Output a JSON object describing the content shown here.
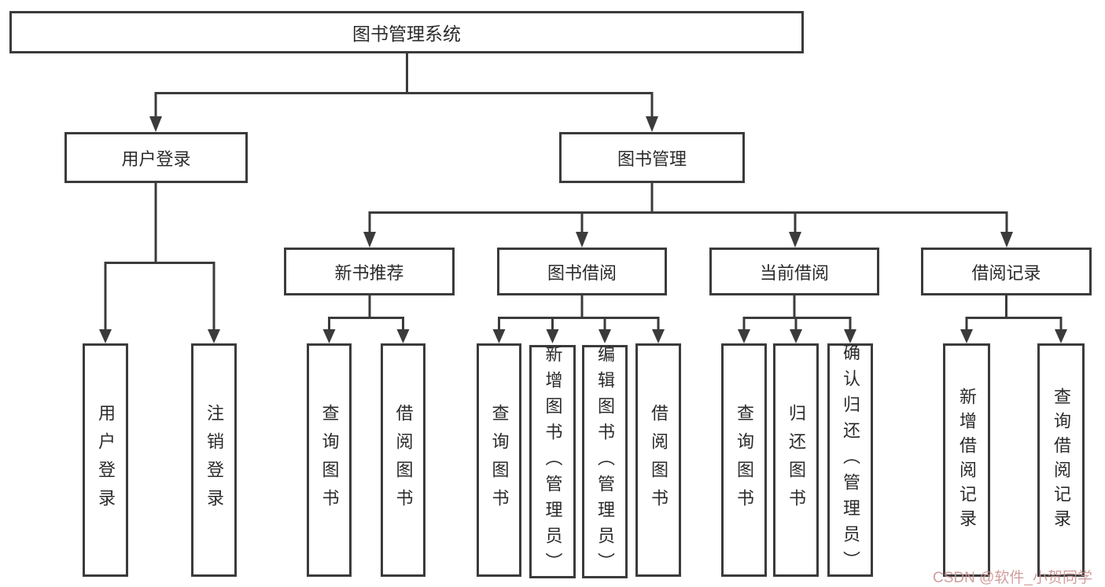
{
  "tree": {
    "root": {
      "label": "图书管理系统"
    },
    "children": [
      {
        "label": "用户登录",
        "children": [
          {
            "label": "用户登录"
          },
          {
            "label": "注销登录"
          }
        ]
      },
      {
        "label": "图书管理",
        "children": [
          {
            "label": "新书推荐",
            "children": [
              {
                "label": "查询图书"
              },
              {
                "label": "借阅图书"
              }
            ]
          },
          {
            "label": "图书借阅",
            "children": [
              {
                "label": "查询图书"
              },
              {
                "label": "新增图书（管理员）"
              },
              {
                "label": "编辑图书（管理员）"
              },
              {
                "label": "借阅图书"
              }
            ]
          },
          {
            "label": "当前借阅",
            "children": [
              {
                "label": "查询图书"
              },
              {
                "label": "归还图书"
              },
              {
                "label": "确认归还（管理员）"
              }
            ]
          },
          {
            "label": "借阅记录",
            "children": [
              {
                "label": "新增借阅记录"
              },
              {
                "label": "查询借阅记录"
              }
            ]
          }
        ]
      }
    ]
  },
  "watermark": {
    "text": "CSDN @软件_小贺同学"
  },
  "colors": {
    "line": "#3b3b3b",
    "text": "#2b2b2b",
    "background": "#ffffff",
    "watermark": "#cd9494"
  }
}
